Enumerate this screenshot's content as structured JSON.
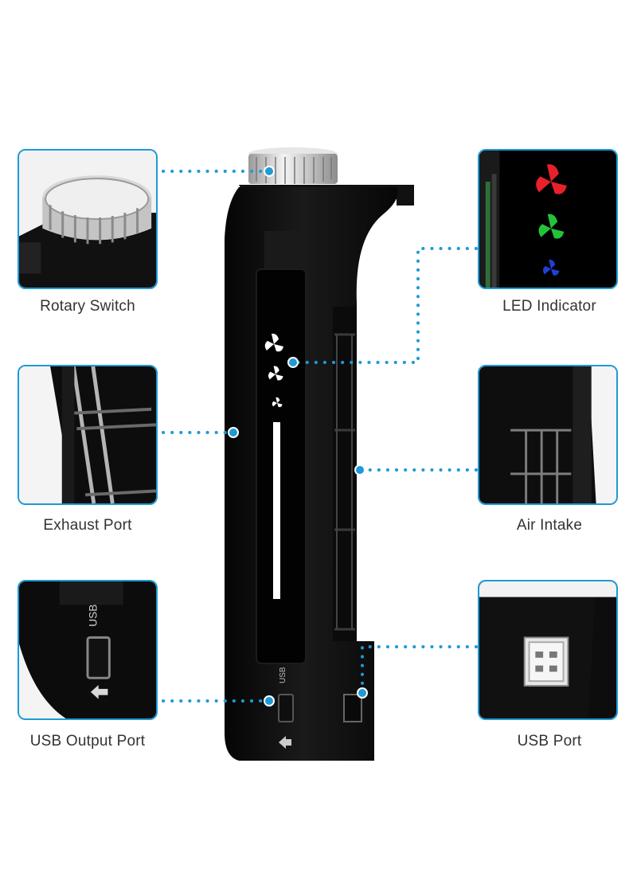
{
  "accent_color": "#1e9ad6",
  "callouts": [
    {
      "id": "rotary-switch",
      "label": "Rotary Switch",
      "icon": "rotary-knob"
    },
    {
      "id": "led-indicator",
      "label": "LED Indicator",
      "icon": "fan-led"
    },
    {
      "id": "exhaust-port",
      "label": "Exhaust Port",
      "icon": "vent-grille"
    },
    {
      "id": "air-intake",
      "label": "Air Intake",
      "icon": "vent-grille"
    },
    {
      "id": "usb-output-port",
      "label": "USB Output Port",
      "icon": "usb-port"
    },
    {
      "id": "usb-port",
      "label": "USB Port",
      "icon": "usb-plug"
    }
  ],
  "device": {
    "usb_text": "USB",
    "led_colors": [
      "#e8202a",
      "#22c33a",
      "#1f3fd6"
    ]
  }
}
